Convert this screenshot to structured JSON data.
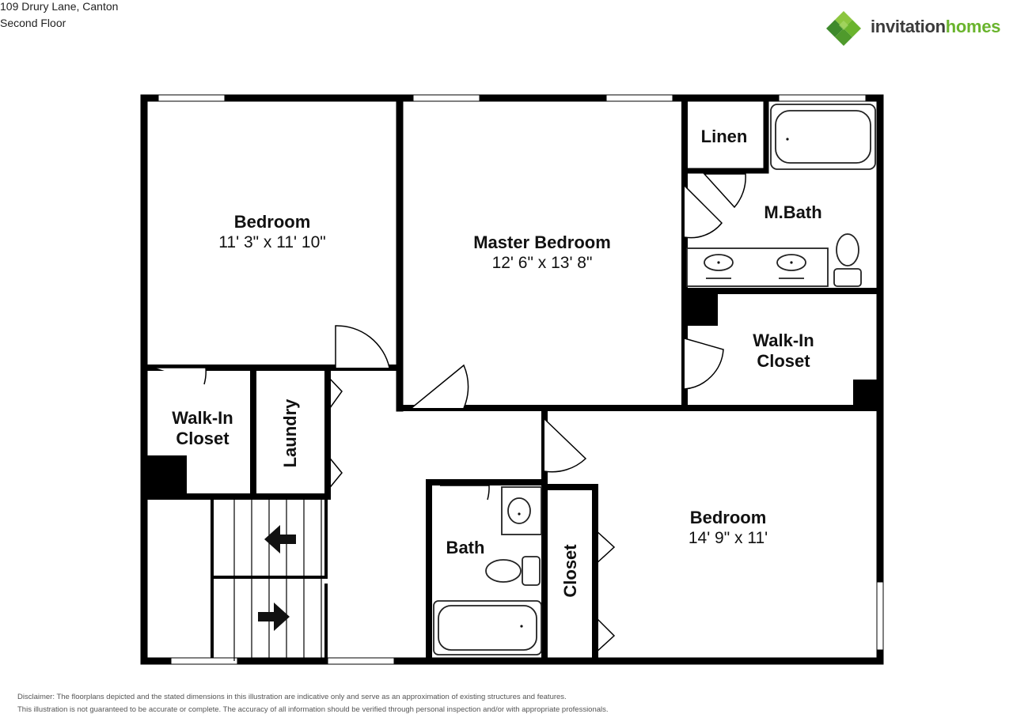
{
  "header": {
    "address": "109 Drury Lane, Canton",
    "floor": "Second Floor"
  },
  "brand": {
    "word1": "invitation",
    "word2": "homes",
    "colors": {
      "green": "#6ab42d",
      "dark_green": "#3e8a2c",
      "gray": "#3b3b3b"
    }
  },
  "rooms": {
    "bedroom_1": {
      "name": "Bedroom",
      "dims": "11' 3\" x 11' 10\""
    },
    "master_bedroom": {
      "name": "Master Bedroom",
      "dims": "12' 6\" x 13' 8\""
    },
    "linen": {
      "name": "Linen"
    },
    "master_bath": {
      "name": "M.Bath"
    },
    "walk_in_closet_master": {
      "line1": "Walk-In",
      "line2": "Closet"
    },
    "walk_in_closet_left": {
      "line1": "Walk-In",
      "line2": "Closet"
    },
    "laundry": {
      "name": "Laundry"
    },
    "bath": {
      "name": "Bath"
    },
    "closet": {
      "name": "Closet"
    },
    "bedroom_2": {
      "name": "Bedroom",
      "dims": "14' 9\" x 11'"
    }
  },
  "disclaimer": {
    "line1": "Disclaimer: The floorplans depicted and the stated dimensions in this illustration are indicative only and serve as an approximation of existing structures and features.",
    "line2": "This illustration is not guaranteed to be accurate or complete. The accuracy of all information should be verified through personal inspection and/or with appropriate professionals."
  },
  "colors": {
    "wall": "#000000",
    "window": "#ffffff",
    "fixture": "#222222"
  }
}
